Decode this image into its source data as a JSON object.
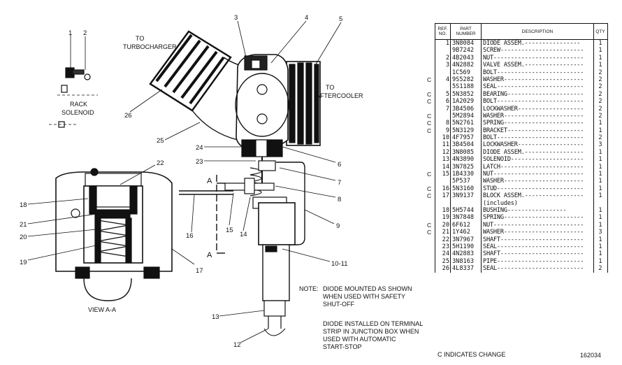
{
  "labels": {
    "to_turbocharger_1": "TO",
    "to_turbocharger_2": "TURBOCHARGER",
    "to_aftercooler_1": "TO",
    "to_aftercooler_2": "AFTERCOOLER",
    "rack_solenoid_1": "RACK",
    "rack_solenoid_2": "SOLENOID",
    "view": "VIEW A-A",
    "section_a": "A"
  },
  "callouts": [
    "1",
    "2",
    "3",
    "4",
    "5",
    "6",
    "7",
    "8",
    "9",
    "10-11",
    "12",
    "13",
    "14",
    "15",
    "16",
    "17",
    "18",
    "19",
    "20",
    "21",
    "22",
    "23",
    "24",
    "25",
    "26"
  ],
  "notes": {
    "note_label": "NOTE:",
    "note_1": "DIODE MOUNTED AS SHOWN\nWHEN USED WITH SAFETY\nSHUT-OFF",
    "note_2": "DIODE INSTALLED ON TERMINAL\nSTRIP IN JUNCTION BOX WHEN\nUSED WITH AUTOMATIC\nSTART-STOP"
  },
  "table": {
    "headers": {
      "ref": "REF.\nNO.",
      "part": "PART\nNUMBER",
      "desc": "DESCRIPTION",
      "qty": "QTY"
    },
    "rows": [
      {
        "c": "",
        "ref": "1",
        "part": "3N8084",
        "desc": "DIODE ASSEM.----------------",
        "qty": "1"
      },
      {
        "c": "",
        "ref": "",
        "part": "9B7242",
        "desc": "SCREW------------------------",
        "qty": "1"
      },
      {
        "c": "",
        "ref": "2",
        "part": "4B2043",
        "desc": "NUT--------------------------",
        "qty": "1"
      },
      {
        "c": "",
        "ref": "3",
        "part": "4N2882",
        "desc": "VALVE ASSEM.-----------------",
        "qty": "1"
      },
      {
        "c": "",
        "ref": "",
        "part": "1C569",
        "desc": "BOLT-------------------------",
        "qty": "2"
      },
      {
        "c": "C",
        "ref": "4",
        "part": "9S5282",
        "desc": "WASHER-----------------------",
        "qty": "2"
      },
      {
        "c": "",
        "ref": "",
        "part": "5S1188",
        "desc": "SEAL-------------------------",
        "qty": "2"
      },
      {
        "c": "C",
        "ref": "5",
        "part": "5N3852",
        "desc": "BEARING----------------------",
        "qty": "2"
      },
      {
        "c": "C",
        "ref": "6",
        "part": "1A2029",
        "desc": "BOLT-------------------------",
        "qty": "2"
      },
      {
        "c": "",
        "ref": "7",
        "part": "3B4506",
        "desc": "LOCKWASHER-------------------",
        "qty": "2"
      },
      {
        "c": "C",
        "ref": "",
        "part": "5M2894",
        "desc": "WASHER-----------------------",
        "qty": "2"
      },
      {
        "c": "C",
        "ref": "8",
        "part": "5N2761",
        "desc": "SPRING-----------------------",
        "qty": "1"
      },
      {
        "c": "C",
        "ref": "9",
        "part": "5N3129",
        "desc": "BRACKET----------------------",
        "qty": "1"
      },
      {
        "c": "",
        "ref": "10",
        "part": "4F7957",
        "desc": "BOLT-------------------------",
        "qty": "2"
      },
      {
        "c": "",
        "ref": "11",
        "part": "3B4504",
        "desc": "LOCKWASHER-------------------",
        "qty": "3"
      },
      {
        "c": "",
        "ref": "12",
        "part": "3N8085",
        "desc": "DIODE ASSEM.-----------------",
        "qty": "1"
      },
      {
        "c": "",
        "ref": "13",
        "part": "4N3890",
        "desc": "SOLENOID---------------------",
        "qty": "1"
      },
      {
        "c": "",
        "ref": "14",
        "part": "3N7825",
        "desc": "LATCH------------------------",
        "qty": "1"
      },
      {
        "c": "C",
        "ref": "15",
        "part": "1B4330",
        "desc": "NUT--------------------------",
        "qty": "1"
      },
      {
        "c": "",
        "ref": "",
        "part": "5P537",
        "desc": "WASHER-----------------------",
        "qty": "1"
      },
      {
        "c": "C",
        "ref": "16",
        "part": "5N3160",
        "desc": "STUD-------------------------",
        "qty": "1"
      },
      {
        "c": "C",
        "ref": "17",
        "part": "3N9137",
        "desc": "BLOCK ASSEM.-----------------",
        "qty": "1"
      },
      {
        "c": "",
        "ref": "",
        "part": "",
        "desc": "    (includes)",
        "qty": ""
      },
      {
        "c": "",
        "ref": "18",
        "part": "5H5744",
        "desc": "    BUSHING-----------------",
        "qty": "1"
      },
      {
        "c": "",
        "ref": "19",
        "part": "3N7848",
        "desc": "SPRING-----------------------",
        "qty": "1"
      },
      {
        "c": "C",
        "ref": "20",
        "part": "6F612",
        "desc": "NUT--------------------------",
        "qty": "1"
      },
      {
        "c": "C",
        "ref": "21",
        "part": "1Y462",
        "desc": "WASHER-----------------------",
        "qty": "3"
      },
      {
        "c": "",
        "ref": "22",
        "part": "3N7967",
        "desc": "SHAFT------------------------",
        "qty": "1"
      },
      {
        "c": "",
        "ref": "23",
        "part": "5H1190",
        "desc": "SEAL-------------------------",
        "qty": "1"
      },
      {
        "c": "",
        "ref": "24",
        "part": "4N2883",
        "desc": "SHAFT------------------------",
        "qty": "1"
      },
      {
        "c": "",
        "ref": "25",
        "part": "3N8163",
        "desc": "PIPE-------------------------",
        "qty": "1"
      },
      {
        "c": "",
        "ref": "26",
        "part": "4L8337",
        "desc": "SEAL-------------------------",
        "qty": "2"
      }
    ],
    "footer_left": "C INDICATES CHANGE",
    "footer_right": "162034"
  }
}
